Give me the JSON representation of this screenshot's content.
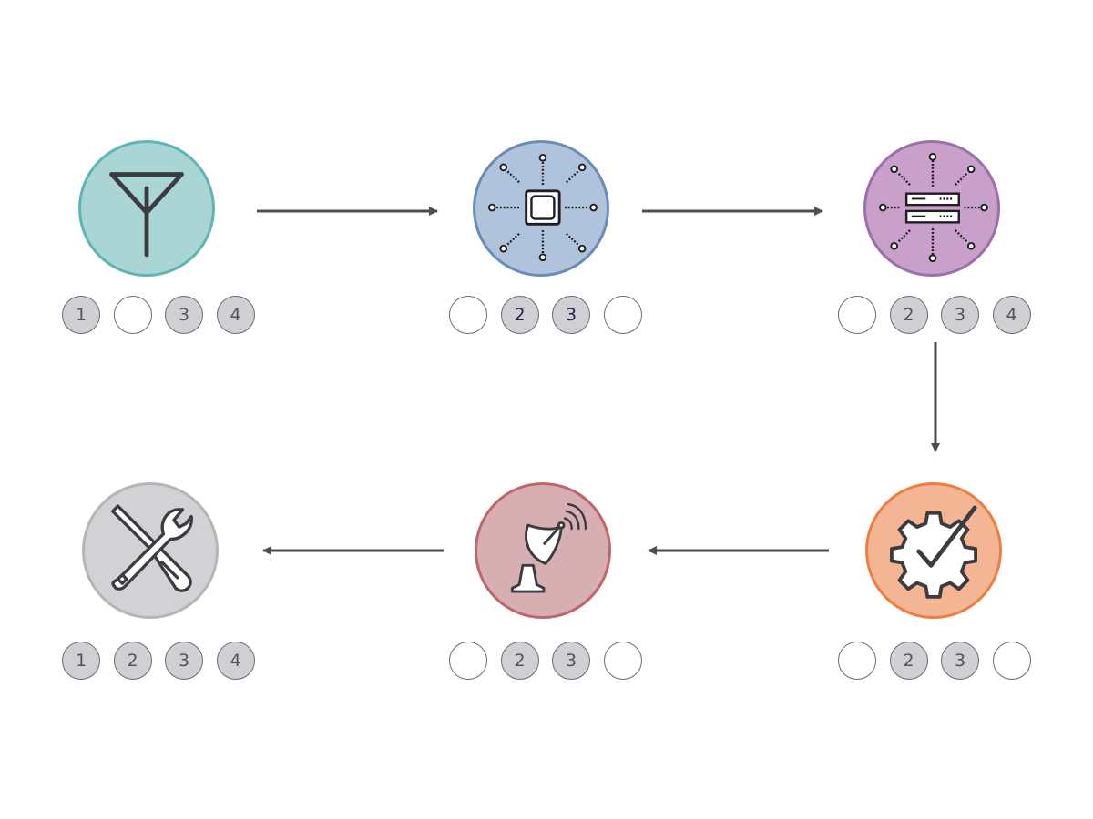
{
  "diagram": {
    "nodes": [
      {
        "id": "antenna",
        "icon": "antenna-icon",
        "fill": "#a9d5d5",
        "stroke": "#5fb5b3",
        "badges": [
          "1",
          "",
          "3",
          "4"
        ]
      },
      {
        "id": "processor",
        "icon": "chip-icon",
        "fill": "#b0c3dc",
        "stroke": "#6b8cb6",
        "badges": [
          "",
          "2",
          "3",
          ""
        ]
      },
      {
        "id": "server",
        "icon": "server-icon",
        "fill": "#c9a0ca",
        "stroke": "#9b6fad",
        "badges": [
          "",
          "2",
          "3",
          "4"
        ]
      },
      {
        "id": "verify",
        "icon": "gear-check-icon",
        "fill": "#f3b594",
        "stroke": "#ec7f3f",
        "badges": [
          "",
          "2",
          "3",
          ""
        ]
      },
      {
        "id": "satellite",
        "icon": "satellite-dish-icon",
        "fill": "#d7afb2",
        "stroke": "#bf666d",
        "badges": [
          "",
          "2",
          "3",
          ""
        ]
      },
      {
        "id": "tools",
        "icon": "tools-icon",
        "fill": "#d2d2d5",
        "stroke": "#b5b5b9",
        "badges": [
          "1",
          "2",
          "3",
          "4"
        ]
      }
    ],
    "edges": [
      {
        "from": "antenna",
        "to": "processor"
      },
      {
        "from": "processor",
        "to": "server"
      },
      {
        "from": "server",
        "to": "verify"
      },
      {
        "from": "verify",
        "to": "satellite"
      },
      {
        "from": "satellite",
        "to": "tools"
      }
    ],
    "colors": {
      "arrow": "#4d4d52",
      "icon_line": "#3b3b40"
    }
  }
}
